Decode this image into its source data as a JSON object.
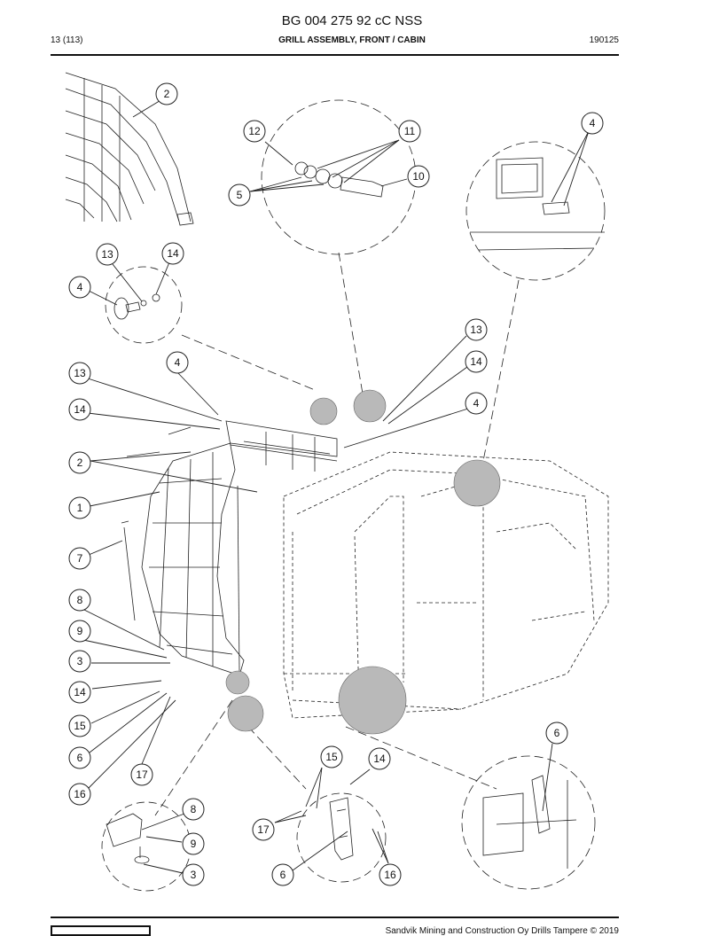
{
  "header": {
    "document_code": "BG 004 275 92 cC NSS",
    "page": "13 (113)",
    "section_title": "GRILL ASSEMBLY, FRONT / CABIN",
    "date_code": "190125"
  },
  "callouts": [
    "2",
    "12",
    "11",
    "10",
    "5",
    "4",
    "13",
    "14",
    "4",
    "13",
    "14",
    "4",
    "13",
    "14",
    "4",
    "2",
    "1",
    "7",
    "8",
    "9",
    "3",
    "14",
    "15",
    "6",
    "16",
    "17",
    "15",
    "14",
    "6",
    "17",
    "8",
    "9",
    "3",
    "6",
    "16"
  ],
  "footer": {
    "copyright": "Sandvik Mining and Construction Oy Drills Tampere © 2019"
  }
}
